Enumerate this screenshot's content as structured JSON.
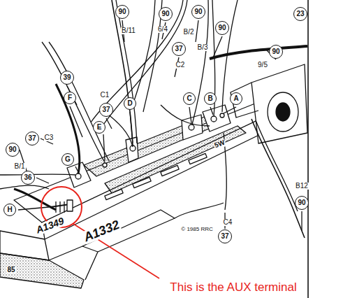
{
  "diagram": {
    "nodes": [
      {
        "text": [
          "90"
        ]
      },
      {
        "text": [
          "90"
        ]
      },
      {
        "text": [
          "90"
        ]
      },
      {
        "text": [
          "23"
        ]
      },
      {
        "text": [
          "90"
        ]
      },
      {
        "text": [
          "37"
        ]
      },
      {
        "text": [
          "90"
        ]
      },
      {
        "text": [
          "39"
        ]
      },
      {
        "text": [
          "F"
        ]
      },
      {
        "text": [
          "C"
        ]
      },
      {
        "text": [
          "B"
        ]
      },
      {
        "text": [
          "A"
        ]
      },
      {
        "text": [
          "D"
        ]
      },
      {
        "text": [
          "37"
        ]
      },
      {
        "text": [
          "E"
        ]
      },
      {
        "text": [
          "37"
        ]
      },
      {
        "text": [
          "90"
        ]
      },
      {
        "text": [
          "G"
        ]
      },
      {
        "text": [
          "36"
        ]
      },
      {
        "text": [
          "90"
        ]
      },
      {
        "text": [
          "H"
        ]
      },
      {
        "text": [
          "37"
        ]
      }
    ],
    "labels": [
      "B/11",
      "6/4",
      "B/2",
      "B/3",
      "C2",
      "9/5",
      "C1",
      "C3",
      "B/1",
      "5W",
      "B12",
      "A1349",
      "A1332",
      "© 1985 RRC",
      "C4",
      "85",
      "This is the AUX terminal"
    ]
  }
}
